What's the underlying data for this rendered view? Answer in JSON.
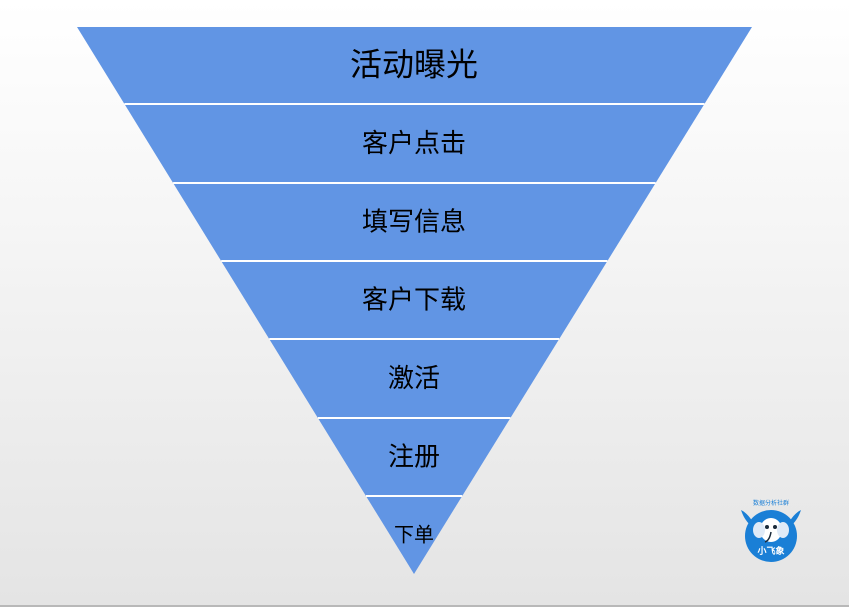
{
  "funnel": {
    "fill_color": "#6195e4",
    "divider_color": "#ffffff",
    "stages": [
      {
        "label": "活动曝光"
      },
      {
        "label": "客户点击"
      },
      {
        "label": "填写信息"
      },
      {
        "label": "客户下载"
      },
      {
        "label": "激活"
      },
      {
        "label": "注册"
      },
      {
        "label": "下单"
      }
    ]
  },
  "logo": {
    "name": "小飞象",
    "tagline": "数据分析社群",
    "color": "#1a7fd6"
  }
}
